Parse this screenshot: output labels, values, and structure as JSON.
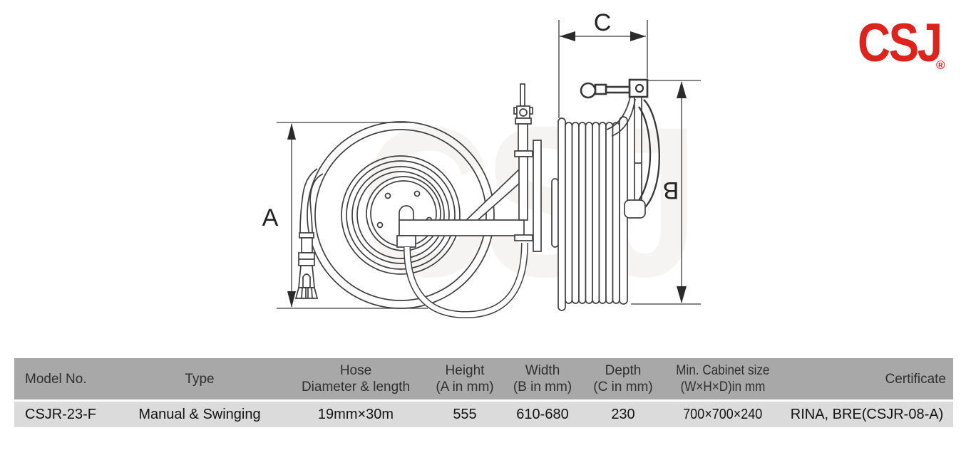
{
  "logo": {
    "text": "CSJ",
    "registered": "®",
    "color": "#dc241f"
  },
  "watermark": {
    "text": "CSJ"
  },
  "diagram": {
    "type": "technical-drawing",
    "description": "Fire hose reel, front view and side view with dimension callouts",
    "line_color": "#3f3f3f",
    "dimensions": {
      "height_label": "A",
      "width_label": "B",
      "depth_label": "C"
    }
  },
  "table": {
    "header_bg": "#a8a8a8",
    "row_bg": "#dbdbdb",
    "columns": [
      {
        "line1": "Model No.",
        "line2": ""
      },
      {
        "line1": "Type",
        "line2": ""
      },
      {
        "line1": "Hose",
        "line2": "Diameter & length"
      },
      {
        "line1": "Height",
        "line2": "(A in mm)"
      },
      {
        "line1": "Width",
        "line2": "(B in mm)"
      },
      {
        "line1": "Depth",
        "line2": "(C in mm)"
      },
      {
        "line1": "Min. Cabinet size",
        "line2": "(W×H×D)in mm"
      },
      {
        "line1": "Certificate",
        "line2": ""
      }
    ],
    "rows": [
      [
        "CSJR-23-F",
        "Manual & Swinging",
        "19mm×30m",
        "555",
        "610-680",
        "230",
        "700×700×240",
        "RINA, BRE(CSJR-08-A)"
      ]
    ]
  }
}
